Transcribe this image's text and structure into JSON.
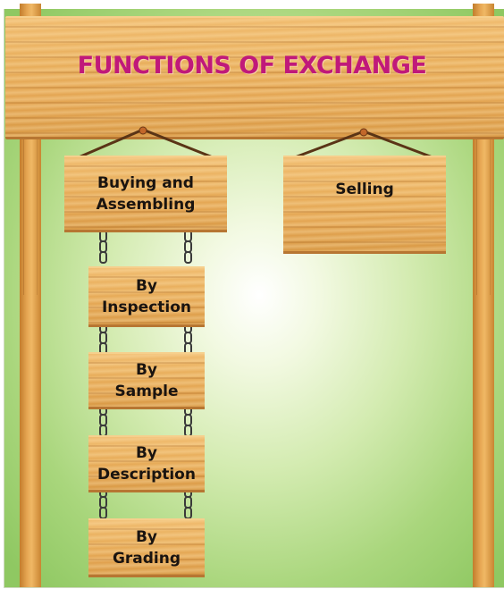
{
  "title": "FUNCTIONS OF  EXCHANGE",
  "signs": {
    "buying": "Buying and\nAssembling",
    "selling": "Selling",
    "inspection": "By\nInspection",
    "sample": "By\nSample",
    "description": "By\nDescription",
    "grading": "By\nGrading"
  },
  "colors": {
    "title": "#c0197a",
    "background": "#a9d67c",
    "wood": "#e8ad5a",
    "text": "#1a1410"
  }
}
